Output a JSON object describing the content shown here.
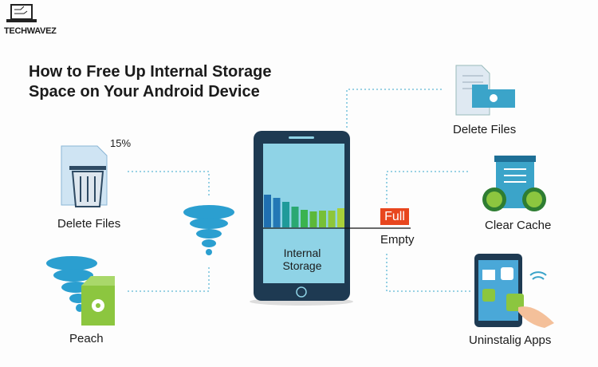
{
  "brand": {
    "name": "TECHWAVEZ"
  },
  "title": {
    "line1": "How to Free Up Internal Storage",
    "line2": "Space on Your Android Device"
  },
  "phone": {
    "label_line1": "Internal",
    "label_line2": "Storage",
    "storage_levels": [
      41,
      37,
      32,
      26,
      22,
      20,
      21,
      21,
      24
    ]
  },
  "gauge": {
    "full_label": "Full",
    "empty_label": "Empty"
  },
  "left": {
    "percent": "15%",
    "delete_files": "Delete Files",
    "peach": "Peach"
  },
  "right": {
    "delete_files": "Delete Files",
    "clear_cache": "Clear Cache",
    "uninstall_apps": "Uninstalig Apps"
  },
  "colors": {
    "phone": "#1e3a52",
    "screen": "#8fd3e6",
    "full": "#e8461e",
    "accent": "#2b9fd0",
    "green": "#8cc63f"
  }
}
